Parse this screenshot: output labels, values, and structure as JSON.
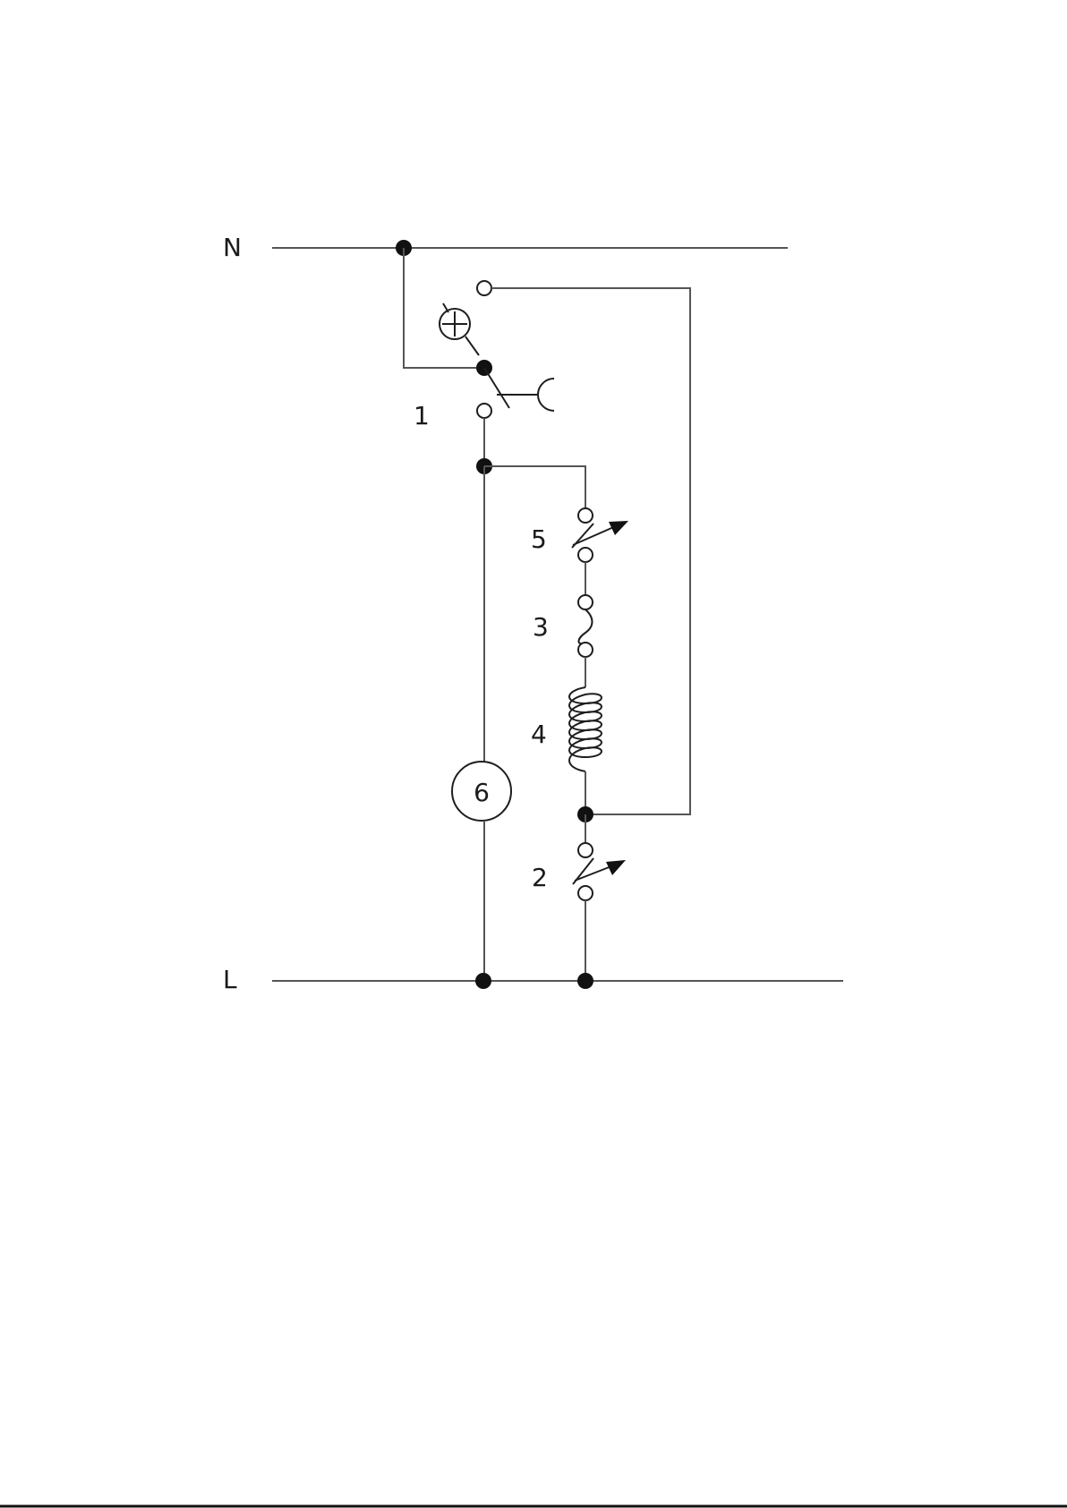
{
  "diagram": {
    "rails": {
      "neutral": "N",
      "live": "L"
    },
    "components": [
      {
        "id": "1",
        "label": "1",
        "kind": "switch"
      },
      {
        "id": "2",
        "label": "2",
        "kind": "adjustable-contact"
      },
      {
        "id": "3",
        "label": "3",
        "kind": "fuse"
      },
      {
        "id": "4",
        "label": "4",
        "kind": "coil"
      },
      {
        "id": "5",
        "label": "5",
        "kind": "adjustable-contact"
      },
      {
        "id": "6",
        "label": "6",
        "kind": "lamp"
      }
    ]
  },
  "colors": {
    "wire": "#555555",
    "ink": "#1e1e1e",
    "node": "#111111",
    "background": "#ffffff"
  }
}
